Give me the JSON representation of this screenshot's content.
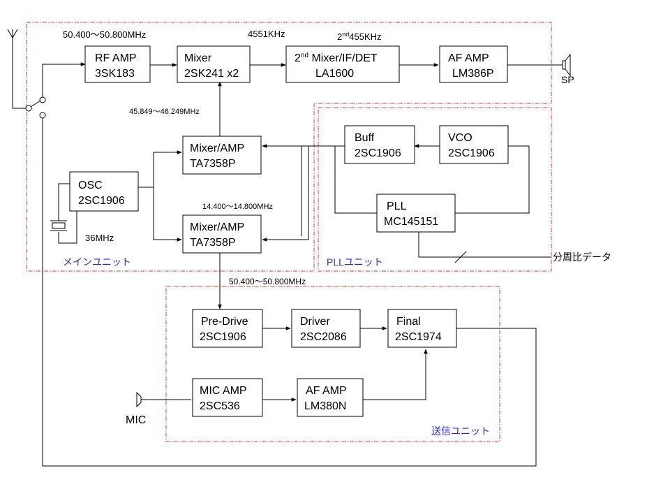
{
  "units": {
    "main": "メインユニット",
    "pll": "PLLユニット",
    "tx": "送信ユニット"
  },
  "blocks": {
    "rf_amp": [
      "RF AMP",
      "3SK183"
    ],
    "mixer1": [
      "Mixer",
      "2SK241 x2"
    ],
    "mixer2": {
      "pre": "2",
      "sup": "nd",
      "post": " Mixer/IF/DET",
      "line2": "LA1600"
    },
    "af_amp_rx": [
      "AF AMP",
      "LM386P"
    ],
    "buff": [
      "Buff",
      "2SC1906"
    ],
    "vco": [
      "VCO",
      "2SC1906"
    ],
    "pll": [
      "PLL",
      "MC145151"
    ],
    "mixer_amp_1": [
      "Mixer/AMP",
      "TA7358P"
    ],
    "mixer_amp_2": [
      "Mixer/AMP",
      "TA7358P"
    ],
    "osc": [
      "OSC",
      "2SC1906"
    ],
    "pre_drive": [
      "Pre-Drive",
      "2SC1906"
    ],
    "driver": [
      "Driver",
      "2SC2086"
    ],
    "final": [
      "Final",
      "2SC1974"
    ],
    "mic_amp": [
      "MIC AMP",
      "2SC536"
    ],
    "af_amp_tx": [
      "AF AMP",
      "LM380N"
    ]
  },
  "labels": {
    "rx_freq": "50.400～50.800MHz",
    "if1": "4551KHz",
    "if2": {
      "pre": "2",
      "sup": "nd",
      "post": "455KHz"
    },
    "lo_freq": "45.849～46.249MHz",
    "osc2_freq": "14.400～14.800MHz",
    "crystal": "36MHz",
    "tx_freq": "50.400～50.800MHz",
    "sp": "SP",
    "mic": "MIC",
    "divider_data": "分周比データ"
  }
}
